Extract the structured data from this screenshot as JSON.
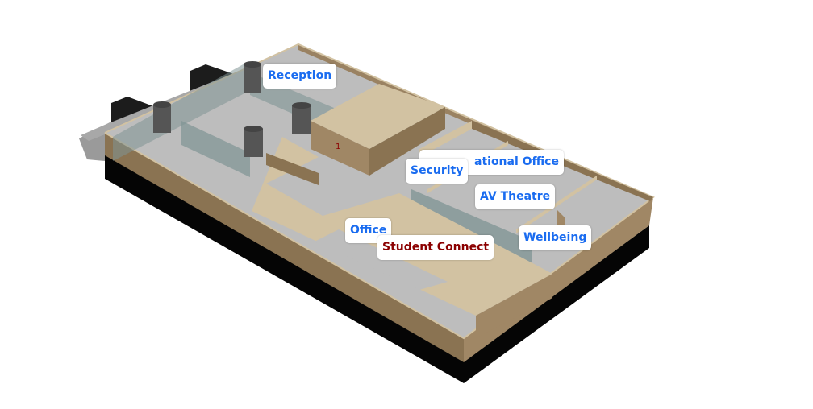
{
  "map": {
    "floor_number": "1",
    "labels": [
      {
        "name": "Reception",
        "color": "#1a6cf0"
      },
      {
        "name": "ational Office",
        "color": "#1a6cf0"
      },
      {
        "name": "Security",
        "color": "#1a6cf0"
      },
      {
        "name": "AV Theatre",
        "color": "#1a6cf0"
      },
      {
        "name": "Office",
        "color": "#1a6cf0"
      },
      {
        "name": "Student Connect",
        "color": "#8b0000"
      },
      {
        "name": "Wellbeing",
        "color": "#1a6cf0"
      }
    ]
  },
  "colors": {
    "wall_top": "#d2c2a2",
    "wall_side": "#8a7352",
    "floor": "#bdbdbd",
    "glass": "#7f9494",
    "base": "#050505"
  }
}
